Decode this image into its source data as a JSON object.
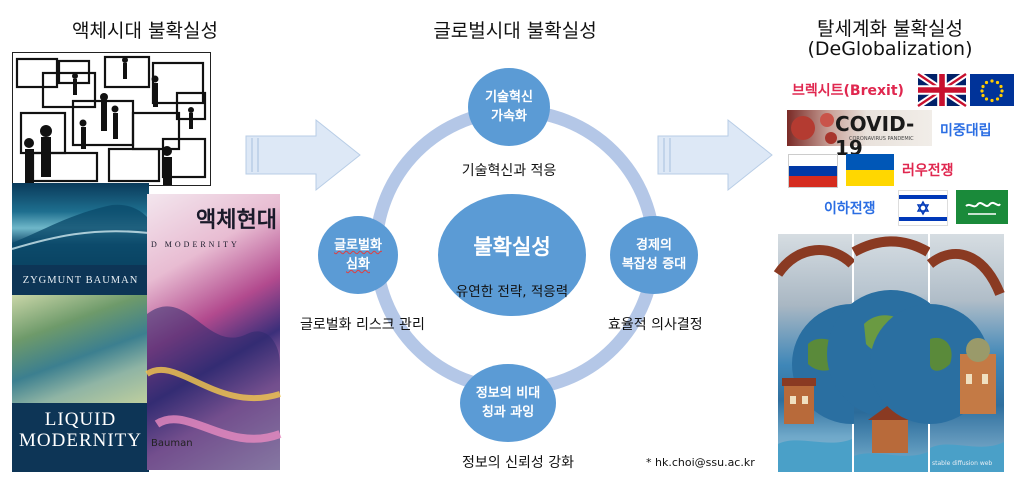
{
  "left": {
    "title": "액체시대 불확실성",
    "book_bauman": {
      "author": "ZYGMUNT BAUMAN",
      "title_line1": "LIQUID",
      "title_line2": "MODERNITY"
    },
    "book_korean": {
      "title": "액체현대",
      "subtitle": "D  MODERNITY",
      "author_small": "Bauman"
    }
  },
  "center": {
    "title": "글로벌시대 불확실성",
    "center_node": {
      "title": "불확실성",
      "subtitle": "유연한 전략, 적응력"
    },
    "nodes": [
      {
        "id": "top",
        "line1": "기술혁신",
        "line2": "가속화",
        "caption": "기술혁신과 적응"
      },
      {
        "id": "right",
        "line1": "경제의",
        "line2": "복잡성 증대",
        "caption": "효율적 의사결정"
      },
      {
        "id": "bottom",
        "line1": "정보의 비대",
        "line2": "칭과 과잉",
        "caption": "정보의 신뢰성 강화"
      },
      {
        "id": "left",
        "line1": "글로벌화",
        "line2": "심화",
        "caption": "글로벌화 리스크 관리"
      }
    ]
  },
  "right": {
    "title_line1": "탈세계화 불확실성",
    "title_line2": "(DeGlobalization)",
    "brexit_label": "브렉시트(Brexit)",
    "covid_text": "COVID-19",
    "covid_sub": "CORONAVIRUS PANDEMIC",
    "us_china_label": "미중대립",
    "russia_ukraine_label": "러우전쟁",
    "israel_hamas_label": "이하전쟁",
    "watermark": "stable diffusion web"
  },
  "footer": {
    "email": "* hk.choi@ssu.ac.kr"
  },
  "colors": {
    "node_blue": "#5b9bd5",
    "ring": "#b4c7e7",
    "arrow": "#dde8f6",
    "accent_red": "#e0274f",
    "accent_blue": "#2b6ee3"
  }
}
